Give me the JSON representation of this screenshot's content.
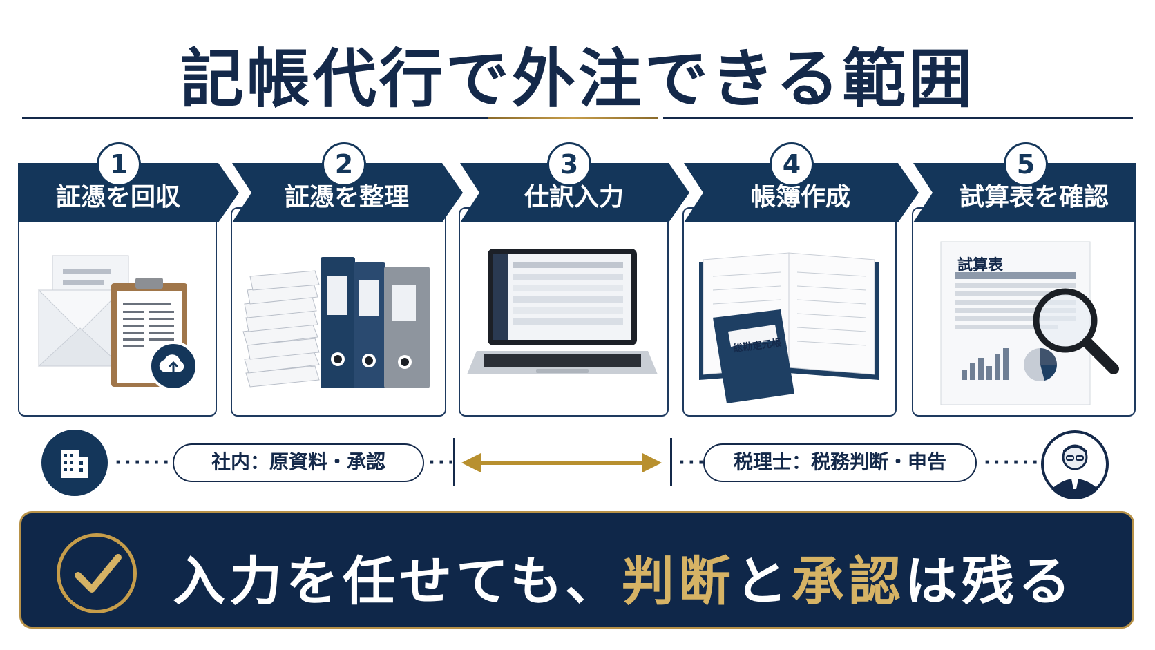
{
  "title": "記帳代行で外注できる範囲",
  "steps": [
    {
      "number": "1",
      "label": "証憑を回収"
    },
    {
      "number": "2",
      "label": "証憑を整理"
    },
    {
      "number": "3",
      "label": "仕訳入力"
    },
    {
      "number": "4",
      "label": "帳簿作成"
    },
    {
      "number": "5",
      "label": "試算表を確認"
    }
  ],
  "illustration_text": {
    "ledger_label": "総勘定元帳",
    "trial_balance_title": "試算表"
  },
  "roles": {
    "company": "社内：原資料・承認",
    "tax_accountant": "税理士：税務判断・申告"
  },
  "banner": {
    "part1": "入力を任せても、",
    "highlight1": "判断",
    "part2": "と",
    "highlight2": "承認",
    "part3": "は残る"
  },
  "colors": {
    "navy": "#14365a",
    "gold": "#c69d4a",
    "banner_bg": "#0f2749"
  },
  "icons": [
    "building-icon",
    "person-icon",
    "checkmark-icon",
    "double-arrow-icon",
    "cloud-upload-icon",
    "magnifier-icon"
  ]
}
